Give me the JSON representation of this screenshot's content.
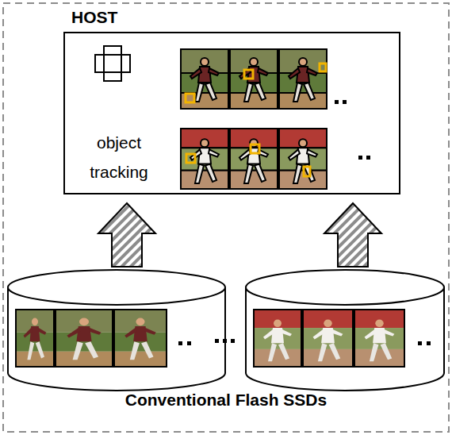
{
  "diagram": {
    "nodes": [
      {
        "text": [
          "HOST",
          "object tracking"
        ]
      }
    ],
    "labels": [
      "Conventional Flash SSDs"
    ]
  }
}
